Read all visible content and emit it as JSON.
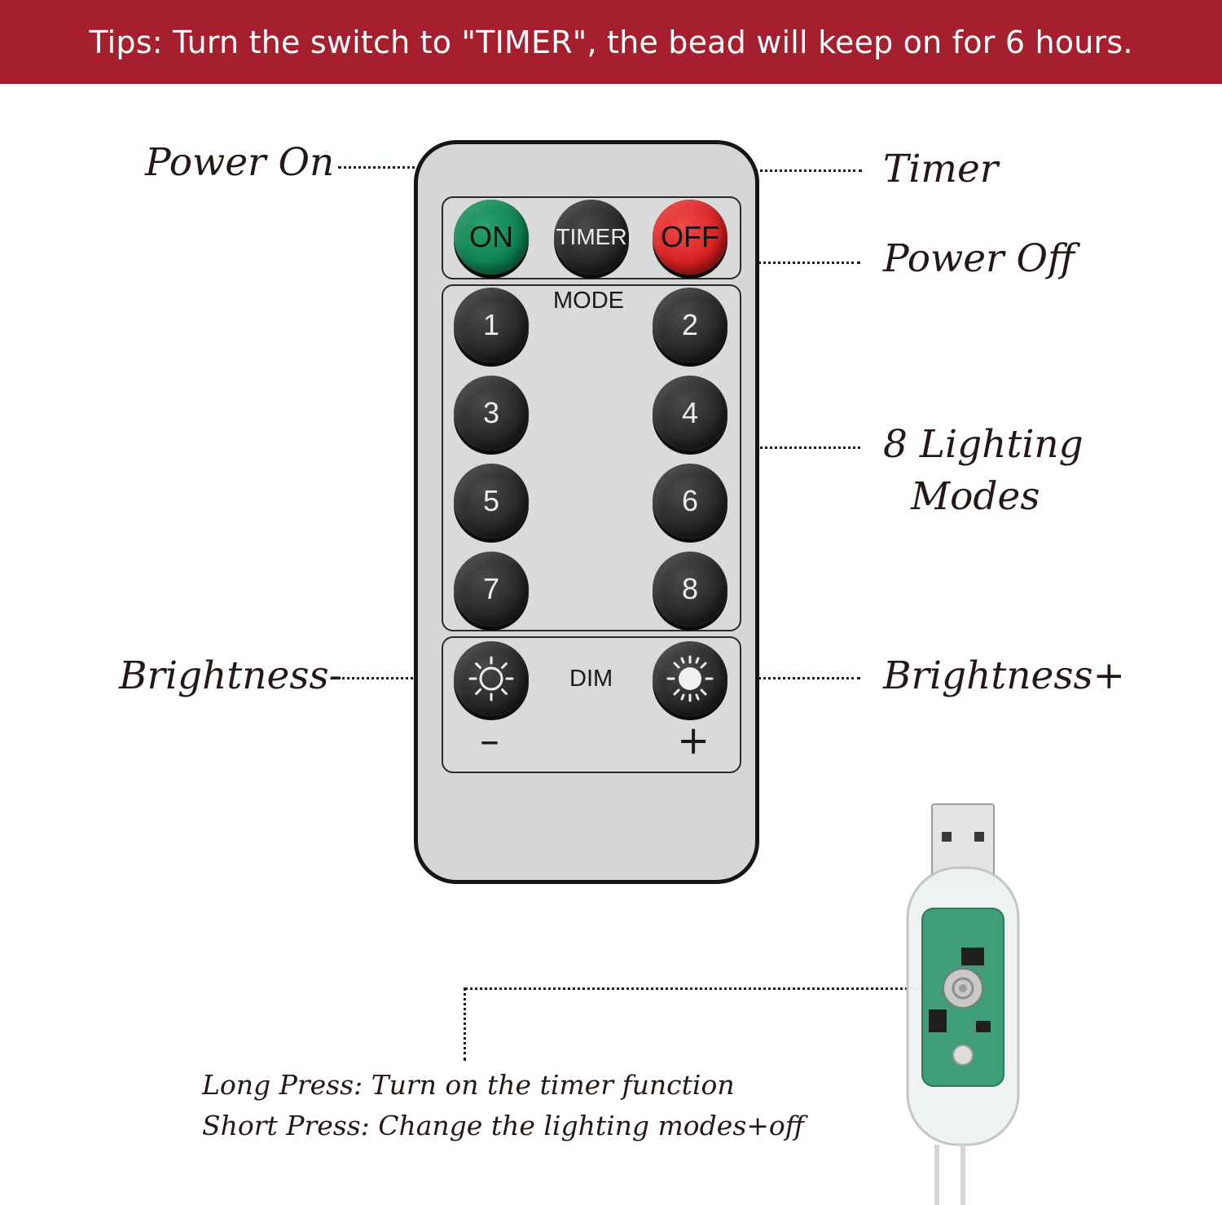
{
  "banner": {
    "text": "Tips: Turn the switch to \"TIMER\", the bead will keep on for 6 hours."
  },
  "callouts": {
    "power_on": "Power On",
    "timer": "Timer",
    "power_off": "Power Off",
    "lighting_modes_line1": "8 Lighting",
    "lighting_modes_line2": "Modes",
    "brightness_minus": "Brightness-",
    "brightness_plus": "Brightness+"
  },
  "remote": {
    "top_buttons": {
      "on": "ON",
      "timer": "TIMER",
      "off": "OFF"
    },
    "mode_label": "MODE",
    "mode_buttons": [
      "1",
      "2",
      "3",
      "4",
      "5",
      "6",
      "7",
      "8"
    ],
    "dim_label": "DIM",
    "minus_sign": "–",
    "plus_sign": "+"
  },
  "notes": {
    "long_press": "Long Press: Turn on the timer function",
    "short_press": "Short Press: Change the lighting modes+off"
  },
  "colors": {
    "banner_bg": "#a61f2e",
    "on_button": "#0e8050",
    "off_button": "#d51f1f",
    "remote_body": "#d6d6d6"
  },
  "icons": [
    "sun-dim-icon",
    "sun-bright-icon",
    "usb-connector-icon"
  ]
}
